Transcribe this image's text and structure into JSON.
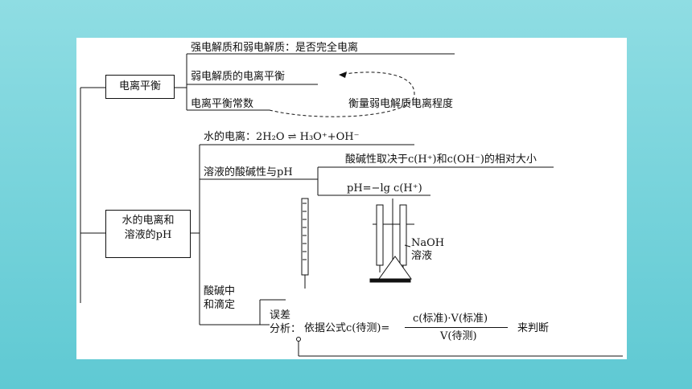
{
  "diagram": {
    "node_ionization_equilibrium": "电离平衡",
    "strong_weak": "强电解质和弱电解质：是否完全电离",
    "weak_equilibrium": "弱电解质的电离平衡",
    "ionization_constant": "电离平衡常数",
    "measure_degree": "衡量弱电解质电离程度",
    "node_water_ph": [
      "水的电离和",
      "溶液的pH"
    ],
    "water_ionization": "水的电离：2H₂O ⇌ H₃O⁺+OH⁻",
    "acidity_basicity": "溶液的酸碱性与pH",
    "acidity_depends": "酸碱性取决于c(H⁺)和c(OH⁻)的相对大小",
    "ph_formula": "pH=−lg c(H⁺)",
    "titration": [
      "酸碱中",
      "和滴定"
    ],
    "naoh_label": [
      "NaOH",
      "溶液"
    ],
    "error_label": [
      "误差",
      "分析："
    ],
    "formula_prefix": "依据公式c(待测)=",
    "numerator": "c(标准)·V(标准)",
    "denominator": "V(待测)",
    "formula_suffix": "来判断"
  }
}
